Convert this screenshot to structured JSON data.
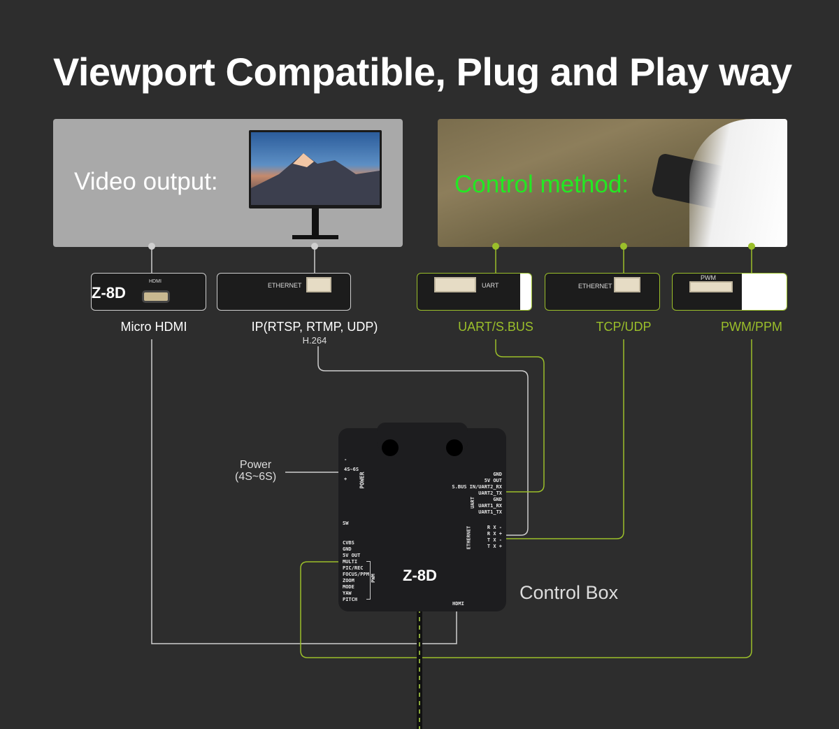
{
  "title": "Viewport Compatible, Plug and Play way",
  "video_panel": {
    "label": "Video output:"
  },
  "control_panel": {
    "label": "Control method:"
  },
  "ports": [
    {
      "label": "Micro HDMI",
      "connector": "HDMI",
      "fragment": "Z-8D"
    },
    {
      "label": "IP(RTSP, RTMP, UDP)",
      "sublabel": "H.264",
      "connector": "ETHERNET"
    },
    {
      "label": "UART/S.BUS",
      "connector": "UART"
    },
    {
      "label": "TCP/UDP",
      "connector": "ETHERNET"
    },
    {
      "label": "PWM/PPM",
      "connector": "PWM"
    }
  ],
  "power": {
    "label": "Power",
    "sublabel": "(4S~6S)"
  },
  "control_box": {
    "label": "Control Box",
    "name": "Z-8D",
    "power_pins": [
      "-",
      "4S~6S",
      "+"
    ],
    "power_title": "POWER",
    "sw": "SW",
    "left_pins": [
      "CVBS",
      "GND",
      "5V OUT",
      "MULTI",
      "PIC/REC",
      "FOCUS/PPM",
      "ZOOM",
      "MODE",
      "YAW",
      "PITCH"
    ],
    "pwm_title": "PWM",
    "uart_pins": [
      "GND",
      "5V OUT",
      "S.BUS IN/UART2_RX",
      "UART2_TX",
      "GND",
      "UART1_RX",
      "UART1_TX"
    ],
    "uart_title": "UART",
    "eth_pins": [
      "R X -",
      "R X +",
      "T X -",
      "T X +"
    ],
    "eth_title": "ETHERNET",
    "hdmi": "HDMI"
  },
  "colors": {
    "green": "#9bbf2a",
    "bright_green": "#23e823",
    "line": "#cfcfcf",
    "bg": "#2d2d2d"
  }
}
